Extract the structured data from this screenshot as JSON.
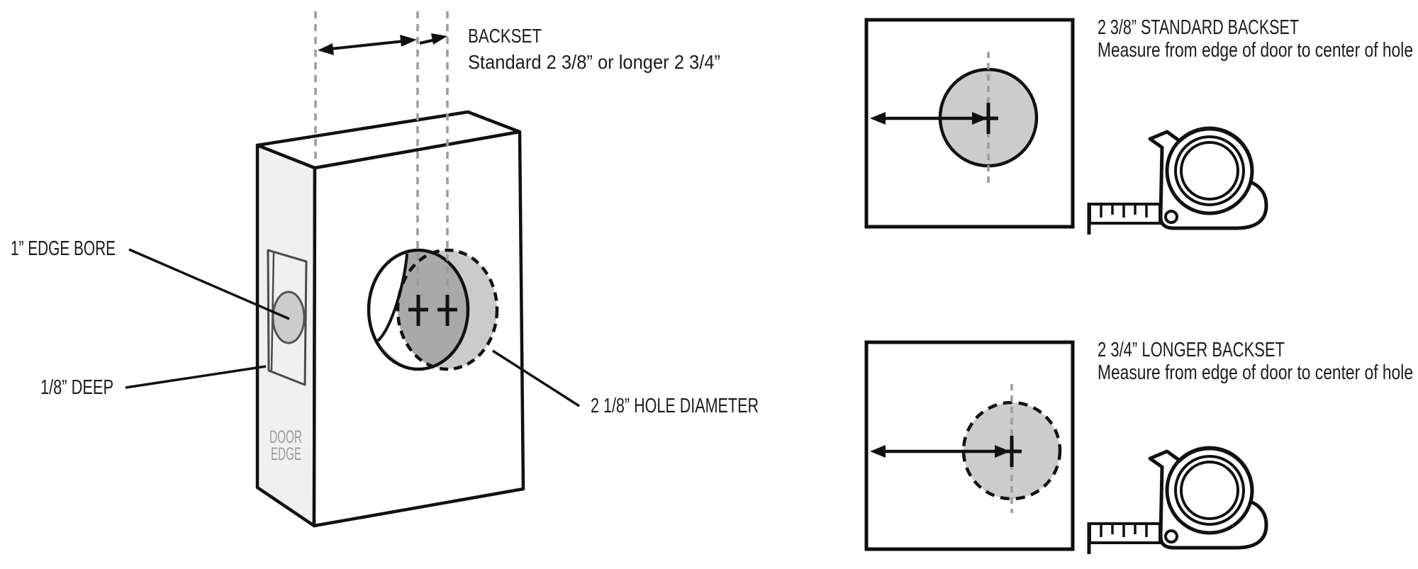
{
  "door_diagram": {
    "backset_title": "BACKSET",
    "backset_subtitle": "Standard 2 3/8” or longer 2 3/4”",
    "edge_bore_label": "1” EDGE BORE",
    "edge_depth_label": "1/8” DEEP",
    "hole_diameter_label": "2 1/8” HOLE DIAMETER",
    "door_edge_line1": "DOOR",
    "door_edge_line2": "EDGE"
  },
  "panels": [
    {
      "title": "2 3/8” STANDARD BACKSET",
      "subtitle": "Measure from edge of door to center of hole"
    },
    {
      "title": "2 3/4” LONGER BACKSET",
      "subtitle": "Measure from edge of door to center of hole"
    }
  ],
  "colors": {
    "ink": "#111111",
    "hole_light_gray": "#cbcbcb",
    "hole_dark_gray": "#a9a9a9",
    "door_edge_face": "#f0f0f0",
    "guide_gray": "#9b9b9b",
    "muted_text": "#9a9a9a"
  }
}
